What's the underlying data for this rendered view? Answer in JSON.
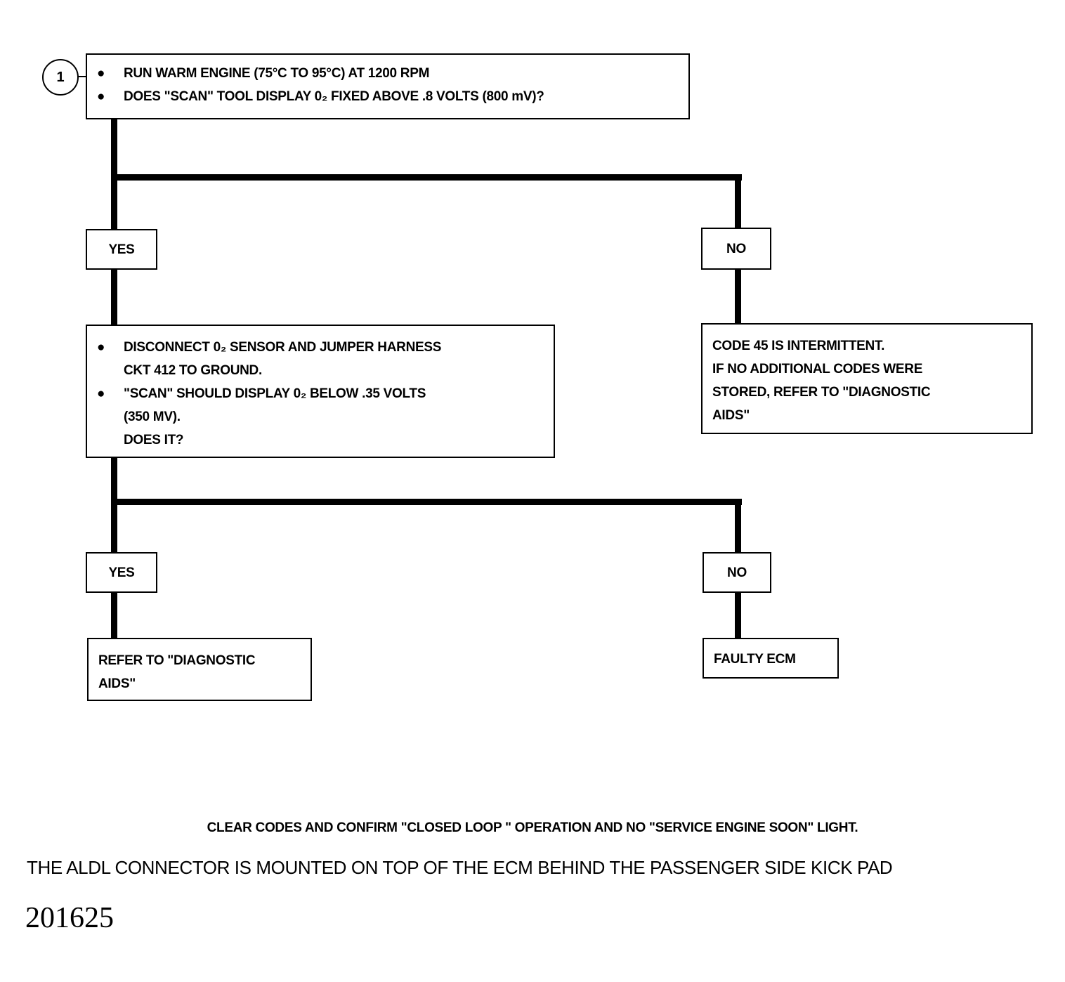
{
  "step": {
    "number": "1"
  },
  "start_box": {
    "lines": [
      "RUN WARM ENGINE (75°C TO 95°C) AT 1200 RPM",
      "DOES \"SCAN\" TOOL DISPLAY 0₂ FIXED ABOVE .8 VOLTS (800 mV)?"
    ]
  },
  "branch1": {
    "yes": "YES",
    "no": "NO"
  },
  "check_box": {
    "bullet1": [
      "DISCONNECT 0₂ SENSOR AND JUMPER HARNESS",
      "CKT 412 TO GROUND."
    ],
    "bullet2": [
      "\"SCAN\" SHOULD DISPLAY 0₂ BELOW .35 VOLTS",
      "(350 MV).",
      "DOES IT?"
    ]
  },
  "intermittent_box": {
    "lines": [
      "CODE 45 IS INTERMITTENT.",
      "IF NO ADDITIONAL CODES WERE",
      "STORED, REFER TO \"DIAGNOSTIC",
      "AIDS\""
    ]
  },
  "branch2": {
    "yes": "YES",
    "no": "NO"
  },
  "refer_box": {
    "lines": [
      "REFER TO \"DIAGNOSTIC",
      "AIDS\""
    ]
  },
  "faulty_box": {
    "text": "FAULTY ECM"
  },
  "footer": {
    "clear_codes": "CLEAR CODES AND CONFIRM \"CLOSED LOOP \" OPERATION AND NO \"SERVICE ENGINE SOON\" LIGHT.",
    "aldl_note": "THE ALDL CONNECTOR IS MOUNTED ON TOP OF THE ECM BEHIND THE PASSENGER SIDE KICK PAD"
  },
  "figure_number": "201625"
}
